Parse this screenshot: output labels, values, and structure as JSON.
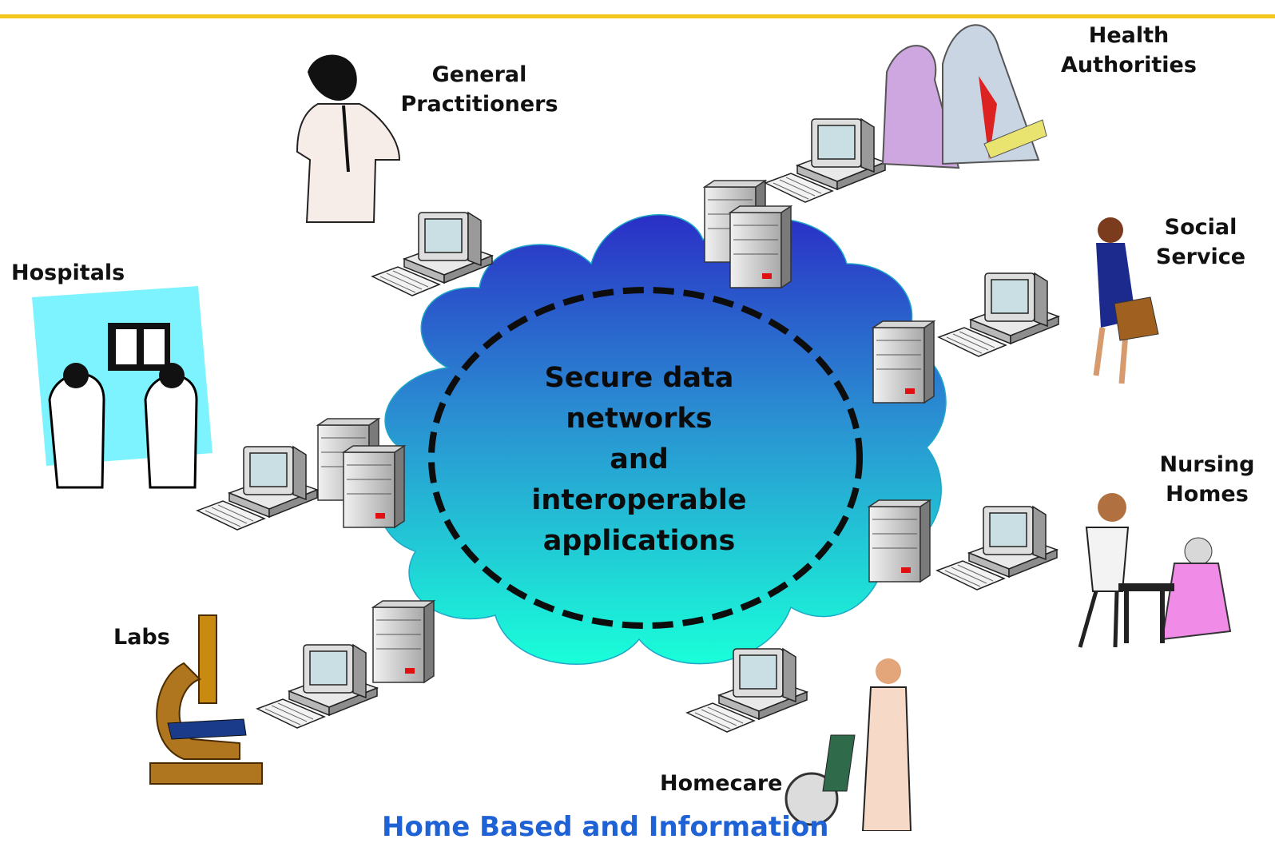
{
  "center_text": [
    "Secure data",
    "networks",
    "and",
    "interoperable",
    "applications"
  ],
  "labels": {
    "general_practitioners": [
      "General",
      "Practitioners"
    ],
    "health_authorities": [
      "Health",
      "Authorities"
    ],
    "hospitals": "Hospitals",
    "social_service": [
      "Social",
      "Service"
    ],
    "nursing_homes": [
      "Nursing",
      "Homes"
    ],
    "labs": "Labs",
    "homecare": "Homecare"
  },
  "footer_text": "Home Based and Information",
  "colors": {
    "accent_bar": "#f3c61b",
    "cloud_top": "#2a2fc6",
    "cloud_bottom": "#19ffd9",
    "footer_text": "#1f62d6",
    "hospital_panel": "#7cf3ff"
  },
  "icons": {
    "computer": "desktop-computer-icon",
    "server": "server-tower-icon",
    "doctor": "doctor-clipart",
    "microscope": "microscope-clipart"
  }
}
